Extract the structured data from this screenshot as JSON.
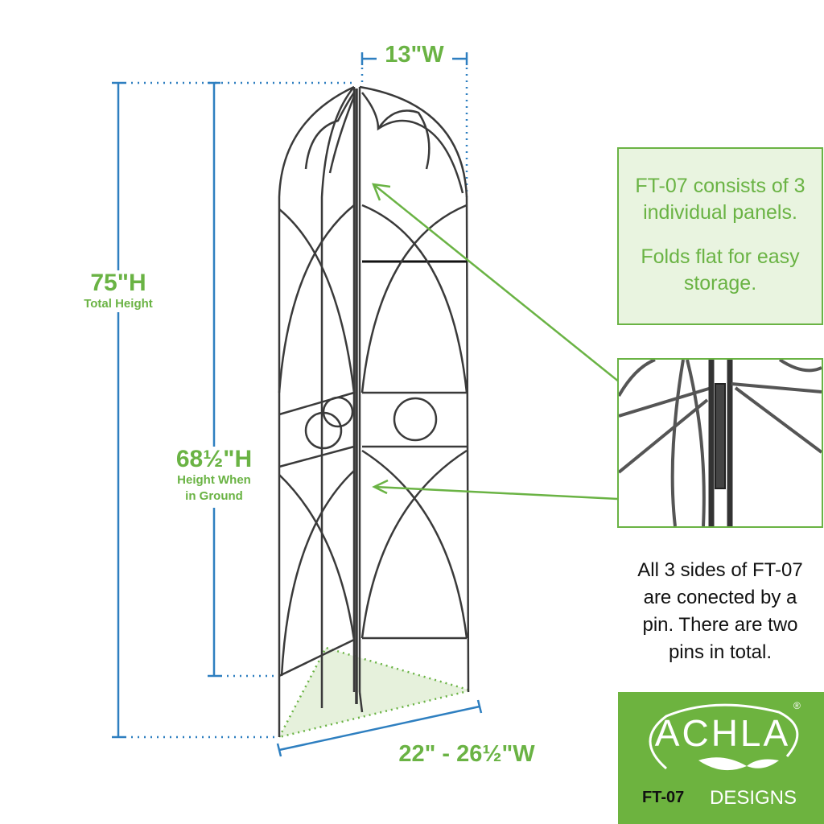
{
  "dimensions": {
    "width_top": "13\"W",
    "total_height": "75\"H",
    "total_height_caption": "Total Height",
    "ground_height": "68½\"H",
    "ground_height_caption_1": "Height When",
    "ground_height_caption_2": "in Ground",
    "base_width": "22\" - 26½\"W"
  },
  "info_box": {
    "line1": "FT-07 consists of 3",
    "line2": "individual panels.",
    "line3": "Folds flat for easy",
    "line4": "storage."
  },
  "pin_note": {
    "line1": "All 3 sides of FT-07",
    "line2": "are conected by a",
    "line3": "pin. There are two",
    "line4": "pins in total."
  },
  "logo": {
    "brand": "ACHLA",
    "registered": "®",
    "designs": "DESIGNS",
    "model": "FT-07"
  },
  "colors": {
    "green": "#6ab344",
    "blue": "#2e7fc0",
    "metal": "#333333"
  }
}
